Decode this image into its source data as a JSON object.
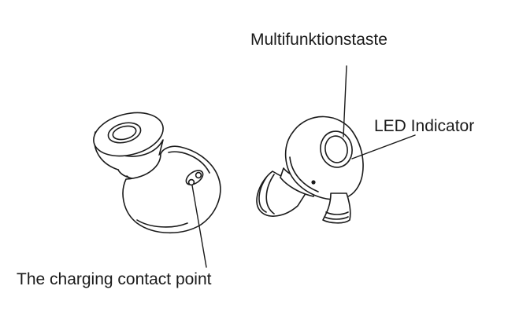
{
  "labels": {
    "multifunction_button": "Multifunktionstaste",
    "led_indicator": "LED Indicator",
    "charging_contact": "The charging contact point"
  }
}
